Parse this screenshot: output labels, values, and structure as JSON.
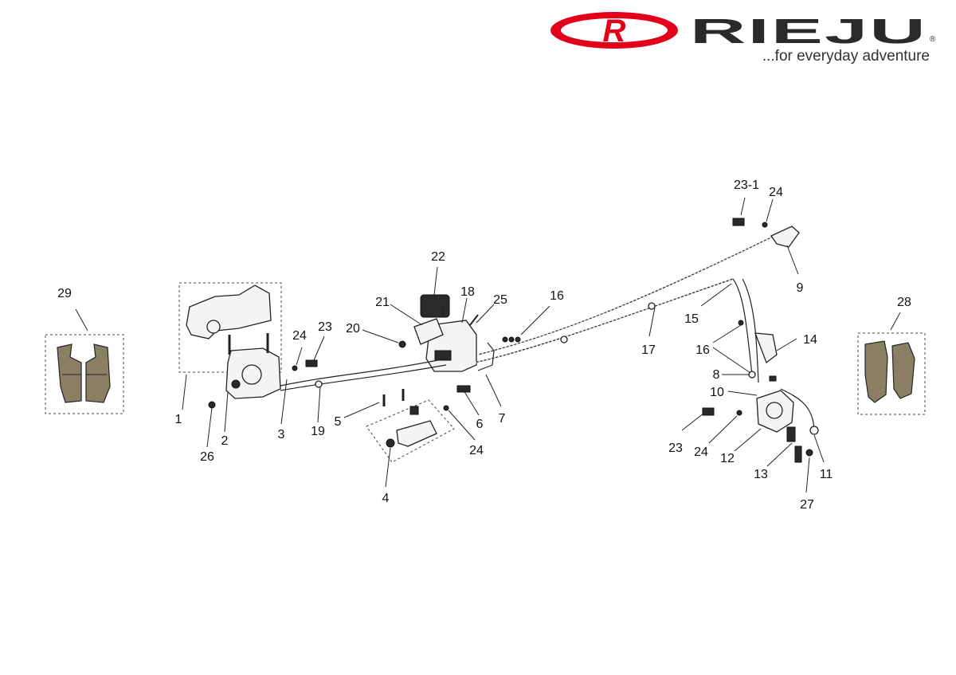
{
  "brand": {
    "logo_letter": "R",
    "name": "RIEJU",
    "registered_mark": "®",
    "tagline": "...for everyday adventure",
    "accent_color": "#e3001b"
  },
  "callouts": {
    "c1": "1",
    "c2": "2",
    "c3": "3",
    "c4": "4",
    "c5": "5",
    "c6": "6",
    "c7": "7",
    "c8": "8",
    "c9": "9",
    "c10": "10",
    "c11": "11",
    "c12": "12",
    "c13": "13",
    "c14": "14",
    "c15": "15",
    "c16a": "16",
    "c16b": "16",
    "c17": "17",
    "c18": "18",
    "c19": "19",
    "c20": "20",
    "c21": "21",
    "c22": "22",
    "c23a": "23",
    "c23b": "23",
    "c23_1": "23-1",
    "c24a": "24",
    "c24b": "24",
    "c24c": "24",
    "c24d": "24",
    "c25": "25",
    "c26": "26",
    "c27": "27",
    "c28": "28",
    "c29": "29"
  }
}
